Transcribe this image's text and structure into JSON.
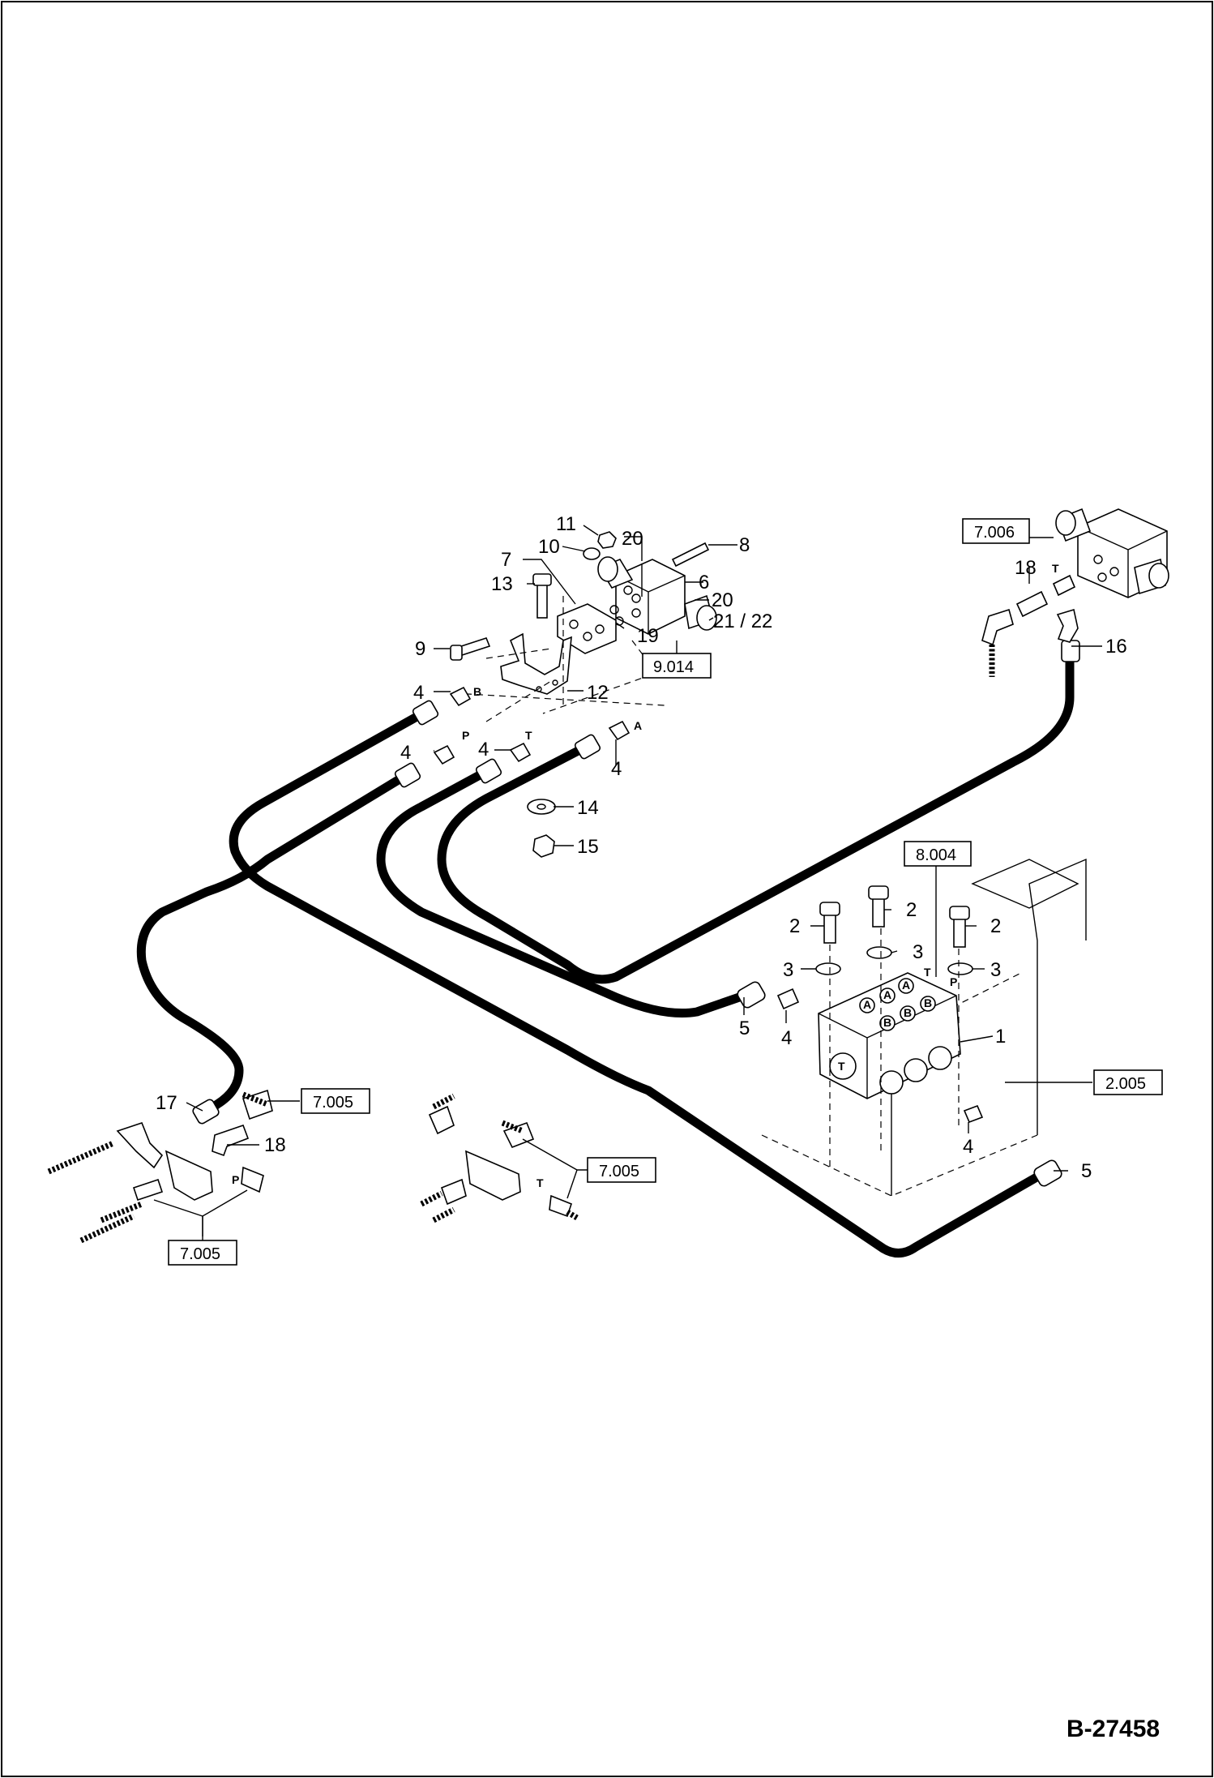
{
  "document_id": "B-27458",
  "callouts": [
    {
      "id": "c11",
      "text": "11"
    },
    {
      "id": "c10",
      "text": "10"
    },
    {
      "id": "c20a",
      "text": "20"
    },
    {
      "id": "c8",
      "text": "8"
    },
    {
      "id": "c7",
      "text": "7"
    },
    {
      "id": "c6",
      "text": "6"
    },
    {
      "id": "c13",
      "text": "13"
    },
    {
      "id": "c20b",
      "text": "20"
    },
    {
      "id": "c19",
      "text": "19"
    },
    {
      "id": "c21_22",
      "text": "21 / 22"
    },
    {
      "id": "c9",
      "text": "9"
    },
    {
      "id": "c4a",
      "text": "4"
    },
    {
      "id": "c12",
      "text": "12"
    },
    {
      "id": "c4b",
      "text": "4"
    },
    {
      "id": "c4c",
      "text": "4"
    },
    {
      "id": "c4d",
      "text": "4"
    },
    {
      "id": "c14",
      "text": "14"
    },
    {
      "id": "c15",
      "text": "15"
    },
    {
      "id": "c18a",
      "text": "18"
    },
    {
      "id": "c16",
      "text": "16"
    },
    {
      "id": "c2a",
      "text": "2"
    },
    {
      "id": "c2b",
      "text": "2"
    },
    {
      "id": "c2c",
      "text": "2"
    },
    {
      "id": "c3a",
      "text": "3"
    },
    {
      "id": "c3b",
      "text": "3"
    },
    {
      "id": "c3c",
      "text": "3"
    },
    {
      "id": "c5a",
      "text": "5"
    },
    {
      "id": "c4e",
      "text": "4"
    },
    {
      "id": "c1",
      "text": "1"
    },
    {
      "id": "c17",
      "text": "17"
    },
    {
      "id": "c18b",
      "text": "18"
    },
    {
      "id": "c4f",
      "text": "4"
    },
    {
      "id": "c5b",
      "text": "5"
    }
  ],
  "reference_boxes": [
    {
      "id": "r9014",
      "text": "9.014"
    },
    {
      "id": "r7006",
      "text": "7.006"
    },
    {
      "id": "r8004",
      "text": "8.004"
    },
    {
      "id": "r2005",
      "text": "2.005"
    },
    {
      "id": "r7005a",
      "text": "7.005"
    },
    {
      "id": "r7005b",
      "text": "7.005"
    },
    {
      "id": "r7005c",
      "text": "7.005"
    }
  ],
  "port_labels": [
    {
      "id": "pB1",
      "text": "B"
    },
    {
      "id": "pP1",
      "text": "P"
    },
    {
      "id": "pT1",
      "text": "T"
    },
    {
      "id": "pA1",
      "text": "A"
    },
    {
      "id": "pT2",
      "text": "T"
    },
    {
      "id": "pT3",
      "text": "T"
    },
    {
      "id": "pP2",
      "text": "P"
    },
    {
      "id": "pP3",
      "text": "P"
    },
    {
      "id": "pT4",
      "text": "T"
    },
    {
      "id": "pA2",
      "text": "A"
    },
    {
      "id": "pA3",
      "text": "A"
    },
    {
      "id": "pA4",
      "text": "A"
    },
    {
      "id": "pB2",
      "text": "B"
    },
    {
      "id": "pB3",
      "text": "B"
    },
    {
      "id": "pB4",
      "text": "B"
    },
    {
      "id": "pT5",
      "text": "T"
    }
  ]
}
